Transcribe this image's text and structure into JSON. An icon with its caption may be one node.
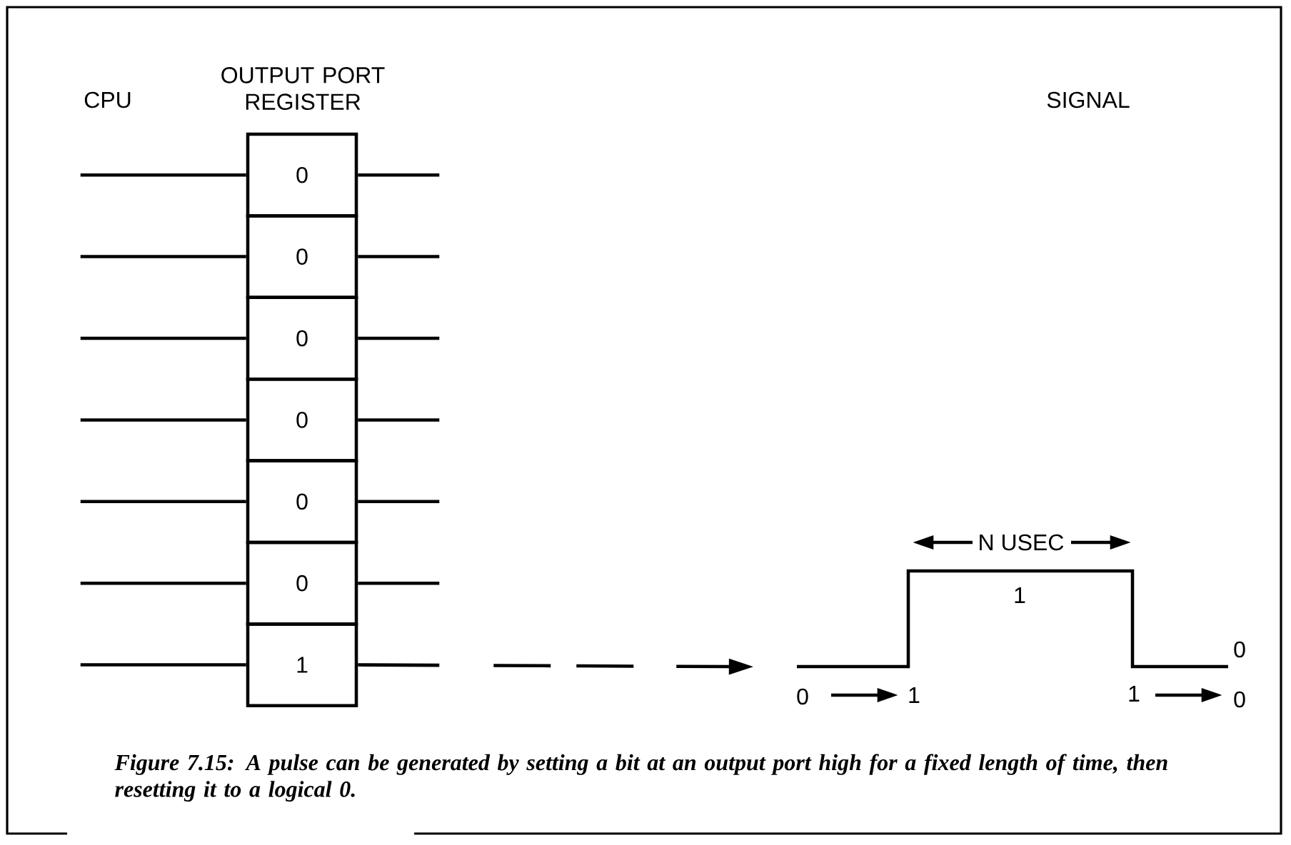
{
  "diagram": {
    "caption": "Figure 7.15: A pulse can be generated by setting a bit at an output port high for a fixed length of time, then resetting it to a logical 0.",
    "nodes": [
      {
        "text": [
          "0"
        ]
      },
      {
        "text": [
          "0"
        ]
      },
      {
        "text": [
          "0"
        ]
      },
      {
        "text": [
          "0"
        ]
      },
      {
        "text": [
          "0"
        ]
      },
      {
        "text": [
          "0"
        ]
      },
      {
        "text": [
          "1"
        ]
      },
      {
        "text": [],
        "shape": "picture"
      }
    ],
    "edges": [
      {
        "from": null,
        "to": 0,
        "arrow": "none"
      },
      {
        "from": 0,
        "to": null,
        "arrow": "none"
      },
      {
        "from": null,
        "to": 1,
        "arrow": "none"
      },
      {
        "from": 1,
        "to": null,
        "arrow": "none"
      },
      {
        "from": null,
        "to": 2,
        "arrow": "none"
      },
      {
        "from": 2,
        "to": null,
        "arrow": "none"
      },
      {
        "from": null,
        "to": 3,
        "arrow": "none"
      },
      {
        "from": 3,
        "to": null,
        "arrow": "none"
      },
      {
        "from": null,
        "to": 4,
        "arrow": "none"
      },
      {
        "from": 4,
        "to": null,
        "arrow": "none"
      },
      {
        "from": null,
        "to": 5,
        "arrow": "none"
      },
      {
        "from": 5,
        "to": null,
        "arrow": "none"
      },
      {
        "from": null,
        "to": 6,
        "arrow": "none"
      },
      {
        "from": 6,
        "to": 7,
        "arrow": "to",
        "style": "dashed"
      }
    ],
    "labels": [
      "CPU",
      "OUTPUT PORT REGISTER",
      "SIGNAL",
      "N USEC",
      "1",
      "0",
      "0",
      "1",
      "1",
      "0"
    ]
  }
}
